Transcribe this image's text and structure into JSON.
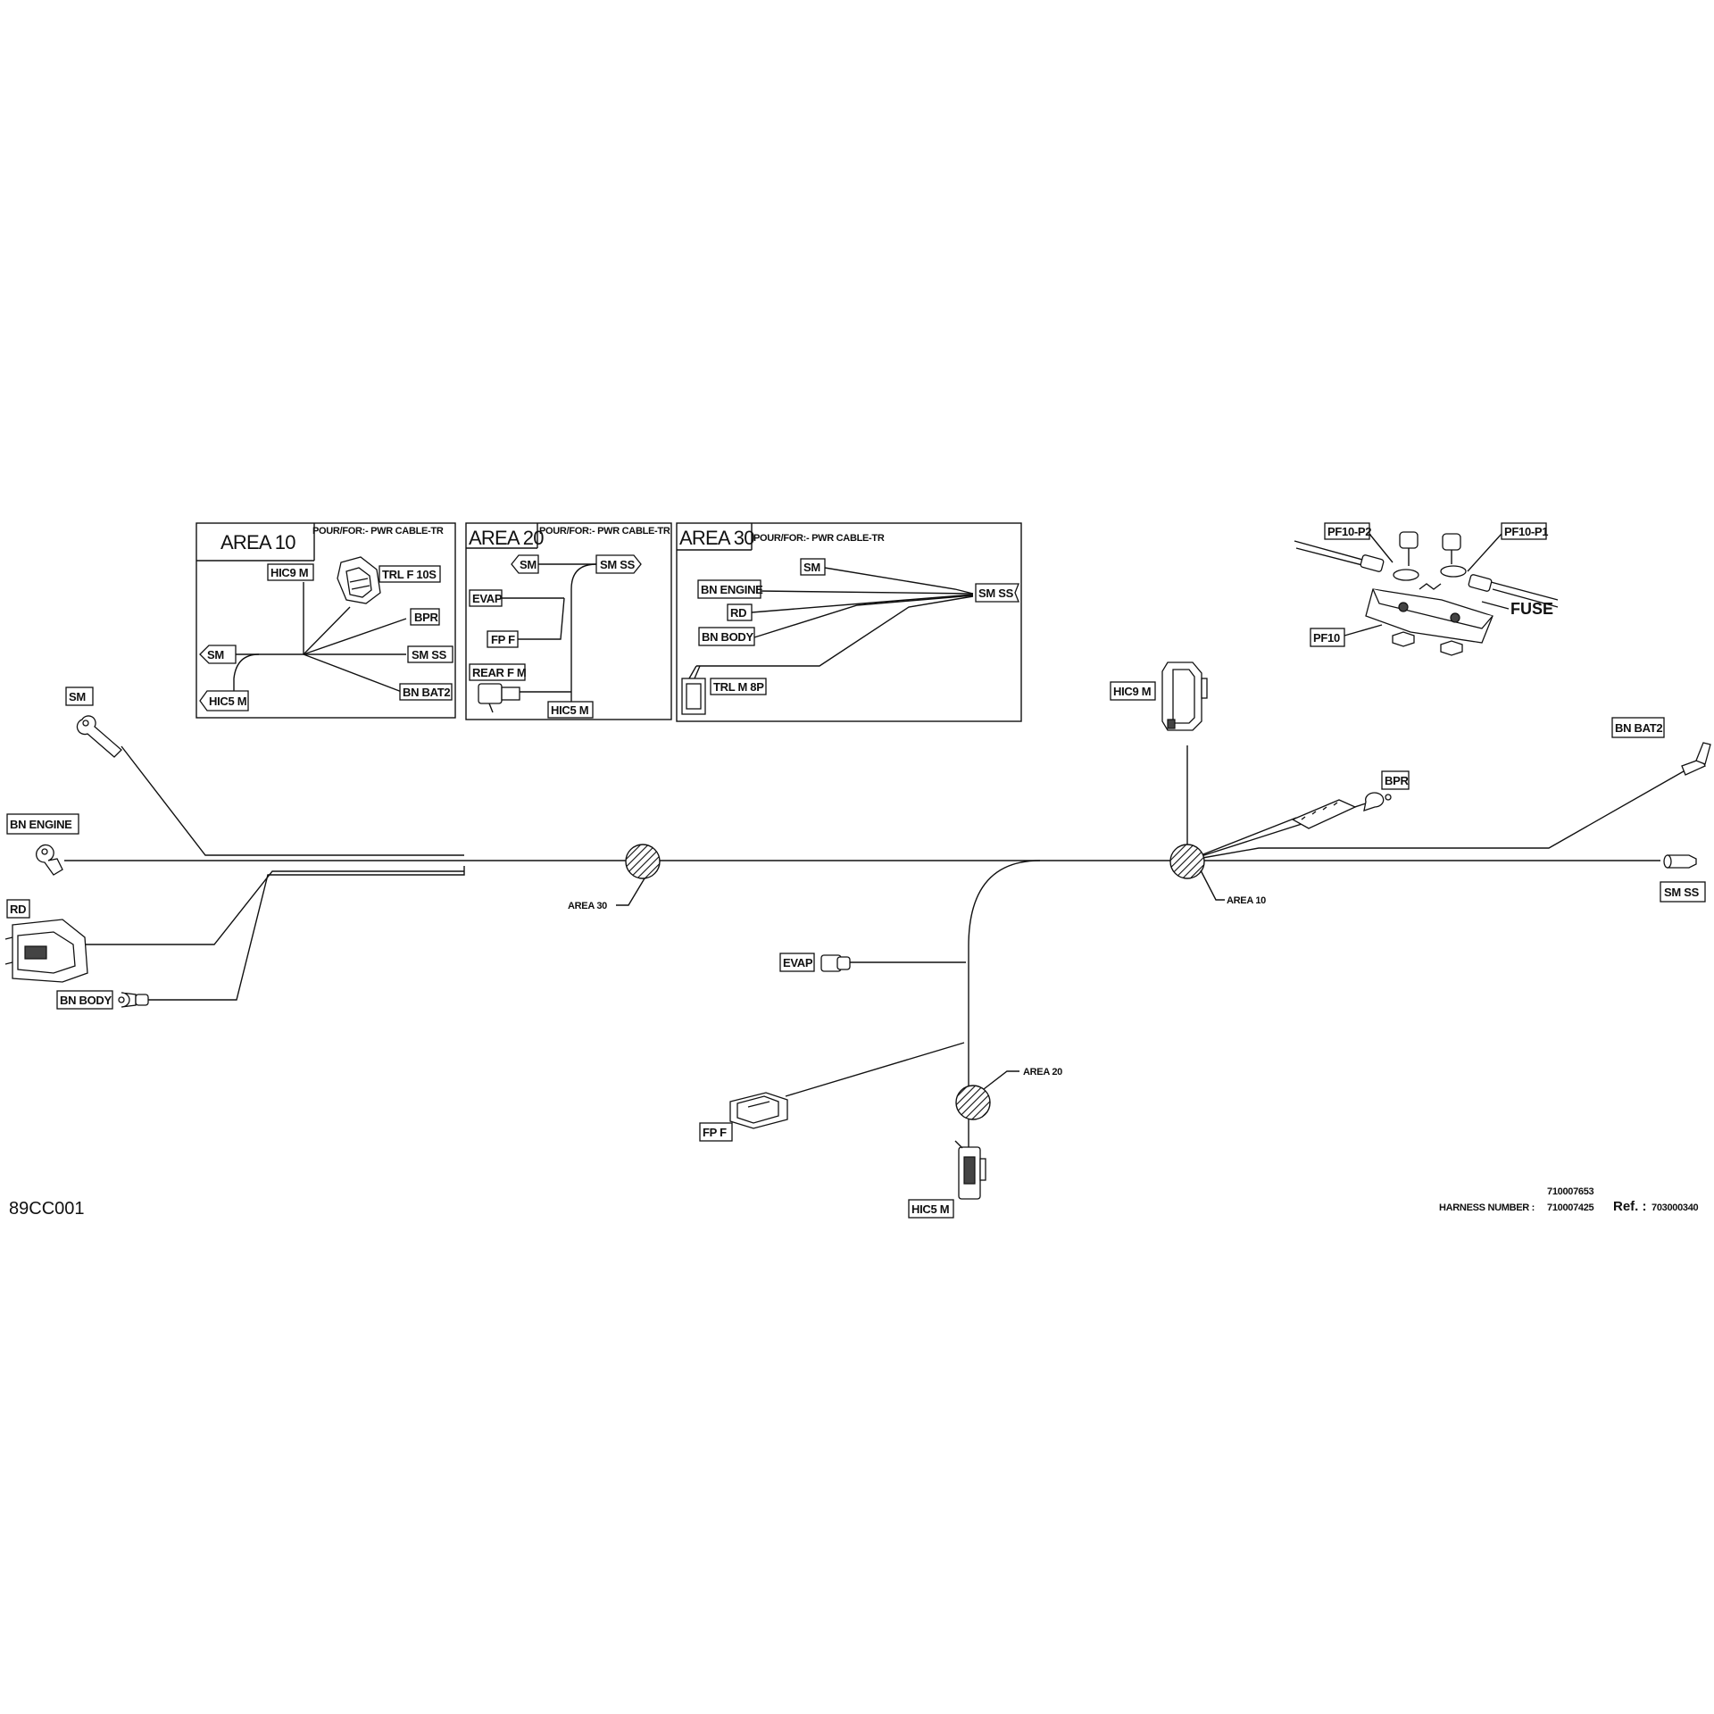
{
  "drawing_code": "89CC001",
  "title_block": {
    "harness_number_label": "HARNESS NUMBER :",
    "harness_numbers": [
      "710007653",
      "710007425"
    ],
    "ref_label": "Ref. :",
    "ref_value": "703000340"
  },
  "insets": [
    {
      "title": "AREA 10",
      "pour_for": "POUR/FOR:- PWR CABLE-TR",
      "labels": [
        "HIC9 M",
        "TRL F 10S",
        "BPR",
        "SM",
        "SM SS",
        "BN BAT2",
        "HIC5 M"
      ]
    },
    {
      "title": "AREA 20",
      "pour_for": "POUR/FOR:- PWR CABLE-TR",
      "labels": [
        "SM",
        "SM SS",
        "EVAP",
        "FP F",
        "REAR F M",
        "HIC5 M"
      ]
    },
    {
      "title": "AREA 30",
      "pour_for": "POUR/FOR:- PWR CABLE-TR",
      "labels": [
        "SM",
        "BN ENGINE",
        "RD",
        "BN BODY",
        "SM SS",
        "TRL M 8P"
      ]
    }
  ],
  "fuse_detail": {
    "labels": [
      "PF10-P2",
      "PF10-P1",
      "FUSE",
      "PF10"
    ]
  },
  "main": {
    "connectors": [
      "SM",
      "BN ENGINE",
      "RD",
      "BN BODY",
      "HIC9 M",
      "BPR",
      "BN BAT2",
      "SM SS",
      "EVAP",
      "FP F",
      "HIC5 M"
    ],
    "areas": [
      "AREA 30",
      "AREA 10",
      "AREA 20"
    ]
  }
}
